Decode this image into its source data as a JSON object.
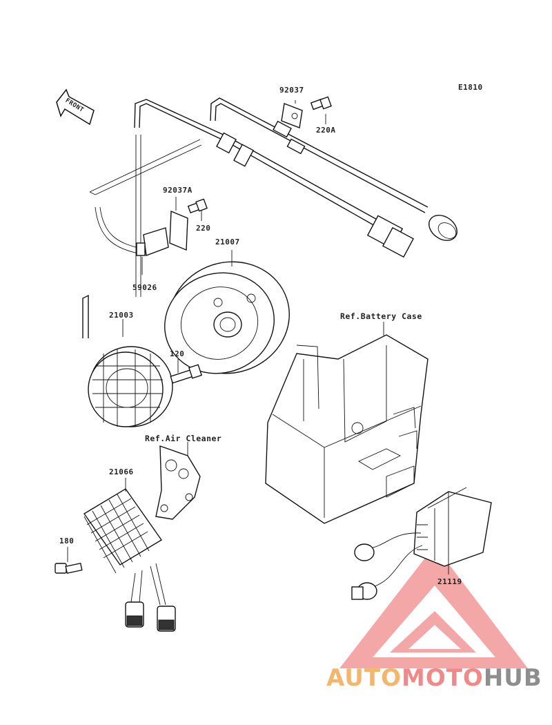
{
  "diagram_code": "E1810",
  "front_marker": "FRONT",
  "parts": {
    "p92037": "92037",
    "p220A": "220A",
    "p92037A": "92037A",
    "p220": "220",
    "p59026": "59026",
    "p21007": "21007",
    "p21003": "21003",
    "p120": "120",
    "p21066": "21066",
    "p180": "180",
    "p21119": "21119"
  },
  "references": {
    "battery_case": "Ref.Battery Case",
    "air_cleaner": "Ref.Air Cleaner"
  },
  "watermark": {
    "part1": "AUTO",
    "part2": "MOTO",
    "part3": "HUB",
    "color_auto": "#f3b66f",
    "color_moto": "#f08a8a",
    "color_hub": "#8e8e8e"
  }
}
